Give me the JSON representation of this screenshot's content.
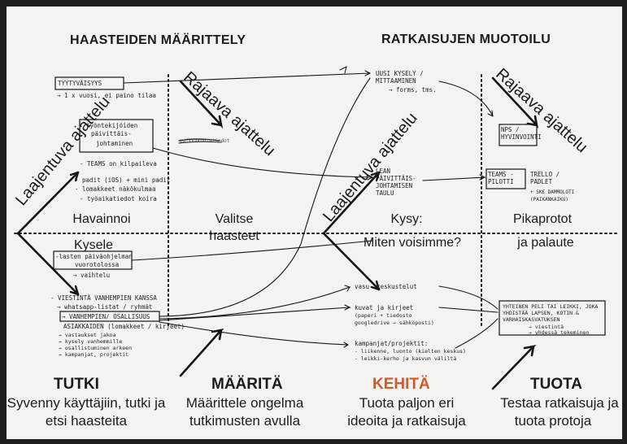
{
  "headers": {
    "left": "HAASTEIDEN MÄÄRITTELY",
    "right": "RATKAISUJEN MUOTOILU"
  },
  "rotated": {
    "rajaava1": "Rajaava ajattelu",
    "laajentuva1": "Laajentuva ajattelu",
    "laajentuva2": "Laajentuva ajattelu",
    "rajaava2": "Rajaava ajattelu"
  },
  "middle": {
    "havainnoi": "Havainnoi",
    "kysele": "Kysele",
    "valitse": "Valitse haasteet",
    "kysy": "Kysy:",
    "miten": "Miten voisimme?",
    "pikaprotot": "Pikaprotot",
    "palaute": "ja palaute"
  },
  "phases": [
    {
      "title": "TUTKI",
      "line1": "Syvenny käyttäjiin, tutki ja",
      "line2": "etsi haasteita"
    },
    {
      "title": "MÄÄRITÄ",
      "line1": "Määrittele ongelma",
      "line2": "tutkimusten avulla"
    },
    {
      "title": "KEHITÄ",
      "line1": "Tuota paljon eri",
      "line2": "ideoita ja ratkaisuja"
    },
    {
      "title": "TUOTA",
      "line1": "Testaa ratkaisuja ja",
      "line2": "tuota protoja"
    }
  ],
  "notes": {
    "tyytyvaisyys": "TYYTYVÄISYYS",
    "tyytyvaisyys_sub": "→ 1 x vuosi, ei paino tilaa",
    "tyontekijoiden": "työntekijöiden",
    "paivittais": "päivittäis-",
    "johtaminen": "johtaminen",
    "crossed": "paikkakuntatiedot",
    "teams": "- TEAMS on kilpaileva",
    "padit": "- padit (iOS) + mini padit",
    "lomakkeet": "- lomakkeet näkökulmaa",
    "tyoaikatiedot": "- työaikatiedot koira",
    "lasten": "-lasten päiväohjelman",
    "vuorotolossa": "vuorotolossa",
    "vaihtelu": "→ vaihtelu",
    "viestinta": "- VIESTINTÄ VANHEMPIEN KANSSA",
    "whatsapp": "→ whatsapp-listat / ryhmät",
    "vanhempien": "→ VANHEMPIEN/ OSALLISUUS",
    "asiakkaiden": "ASIAKKAIDEN (lomakkeet / kirjeet)",
    "n1": "→ vastaukset jakoa",
    "n2": "→ kysely vanhemmille",
    "n3": "→ osallistuminen arkeen",
    "n4": "→ kampanjat, projektit",
    "uusi": "UUSI KYSELY / MITTAAMINEN",
    "forms": "→ forms, tms.",
    "nps": "NPS / HYVINVOINTI",
    "lean": "LEAN PÄIVITTÄIS- JOHTAMISEN TAULU",
    "teams_pilotti": "TEAMS - PILOTTI",
    "trello": "TRELLO / PADLET",
    "eskari": "+ SKE DAMMOLOTI (PAIKANKAIKU)",
    "vasu": "vasu- keskustelut",
    "kuvat": "kuvat ja kirjeet",
    "kuvat_sub": "(paperi + tiedosto googledrive → sähköposti)",
    "kampanjat": "kampanjat/projektit:",
    "k1": "- liikenne, luonto (kielten keskus)",
    "k2": "- leikki-kerho ja kasvun väliltä",
    "yhteinen": "YHTEINEN PELI TAI LEIKKI, JOKA YHDISTÄÄ LAPSEN, KOTIN & VARHAISKASVATUKSEN",
    "y1": "→ viestintä",
    "y2": "→ yhdessä tekeminen"
  }
}
